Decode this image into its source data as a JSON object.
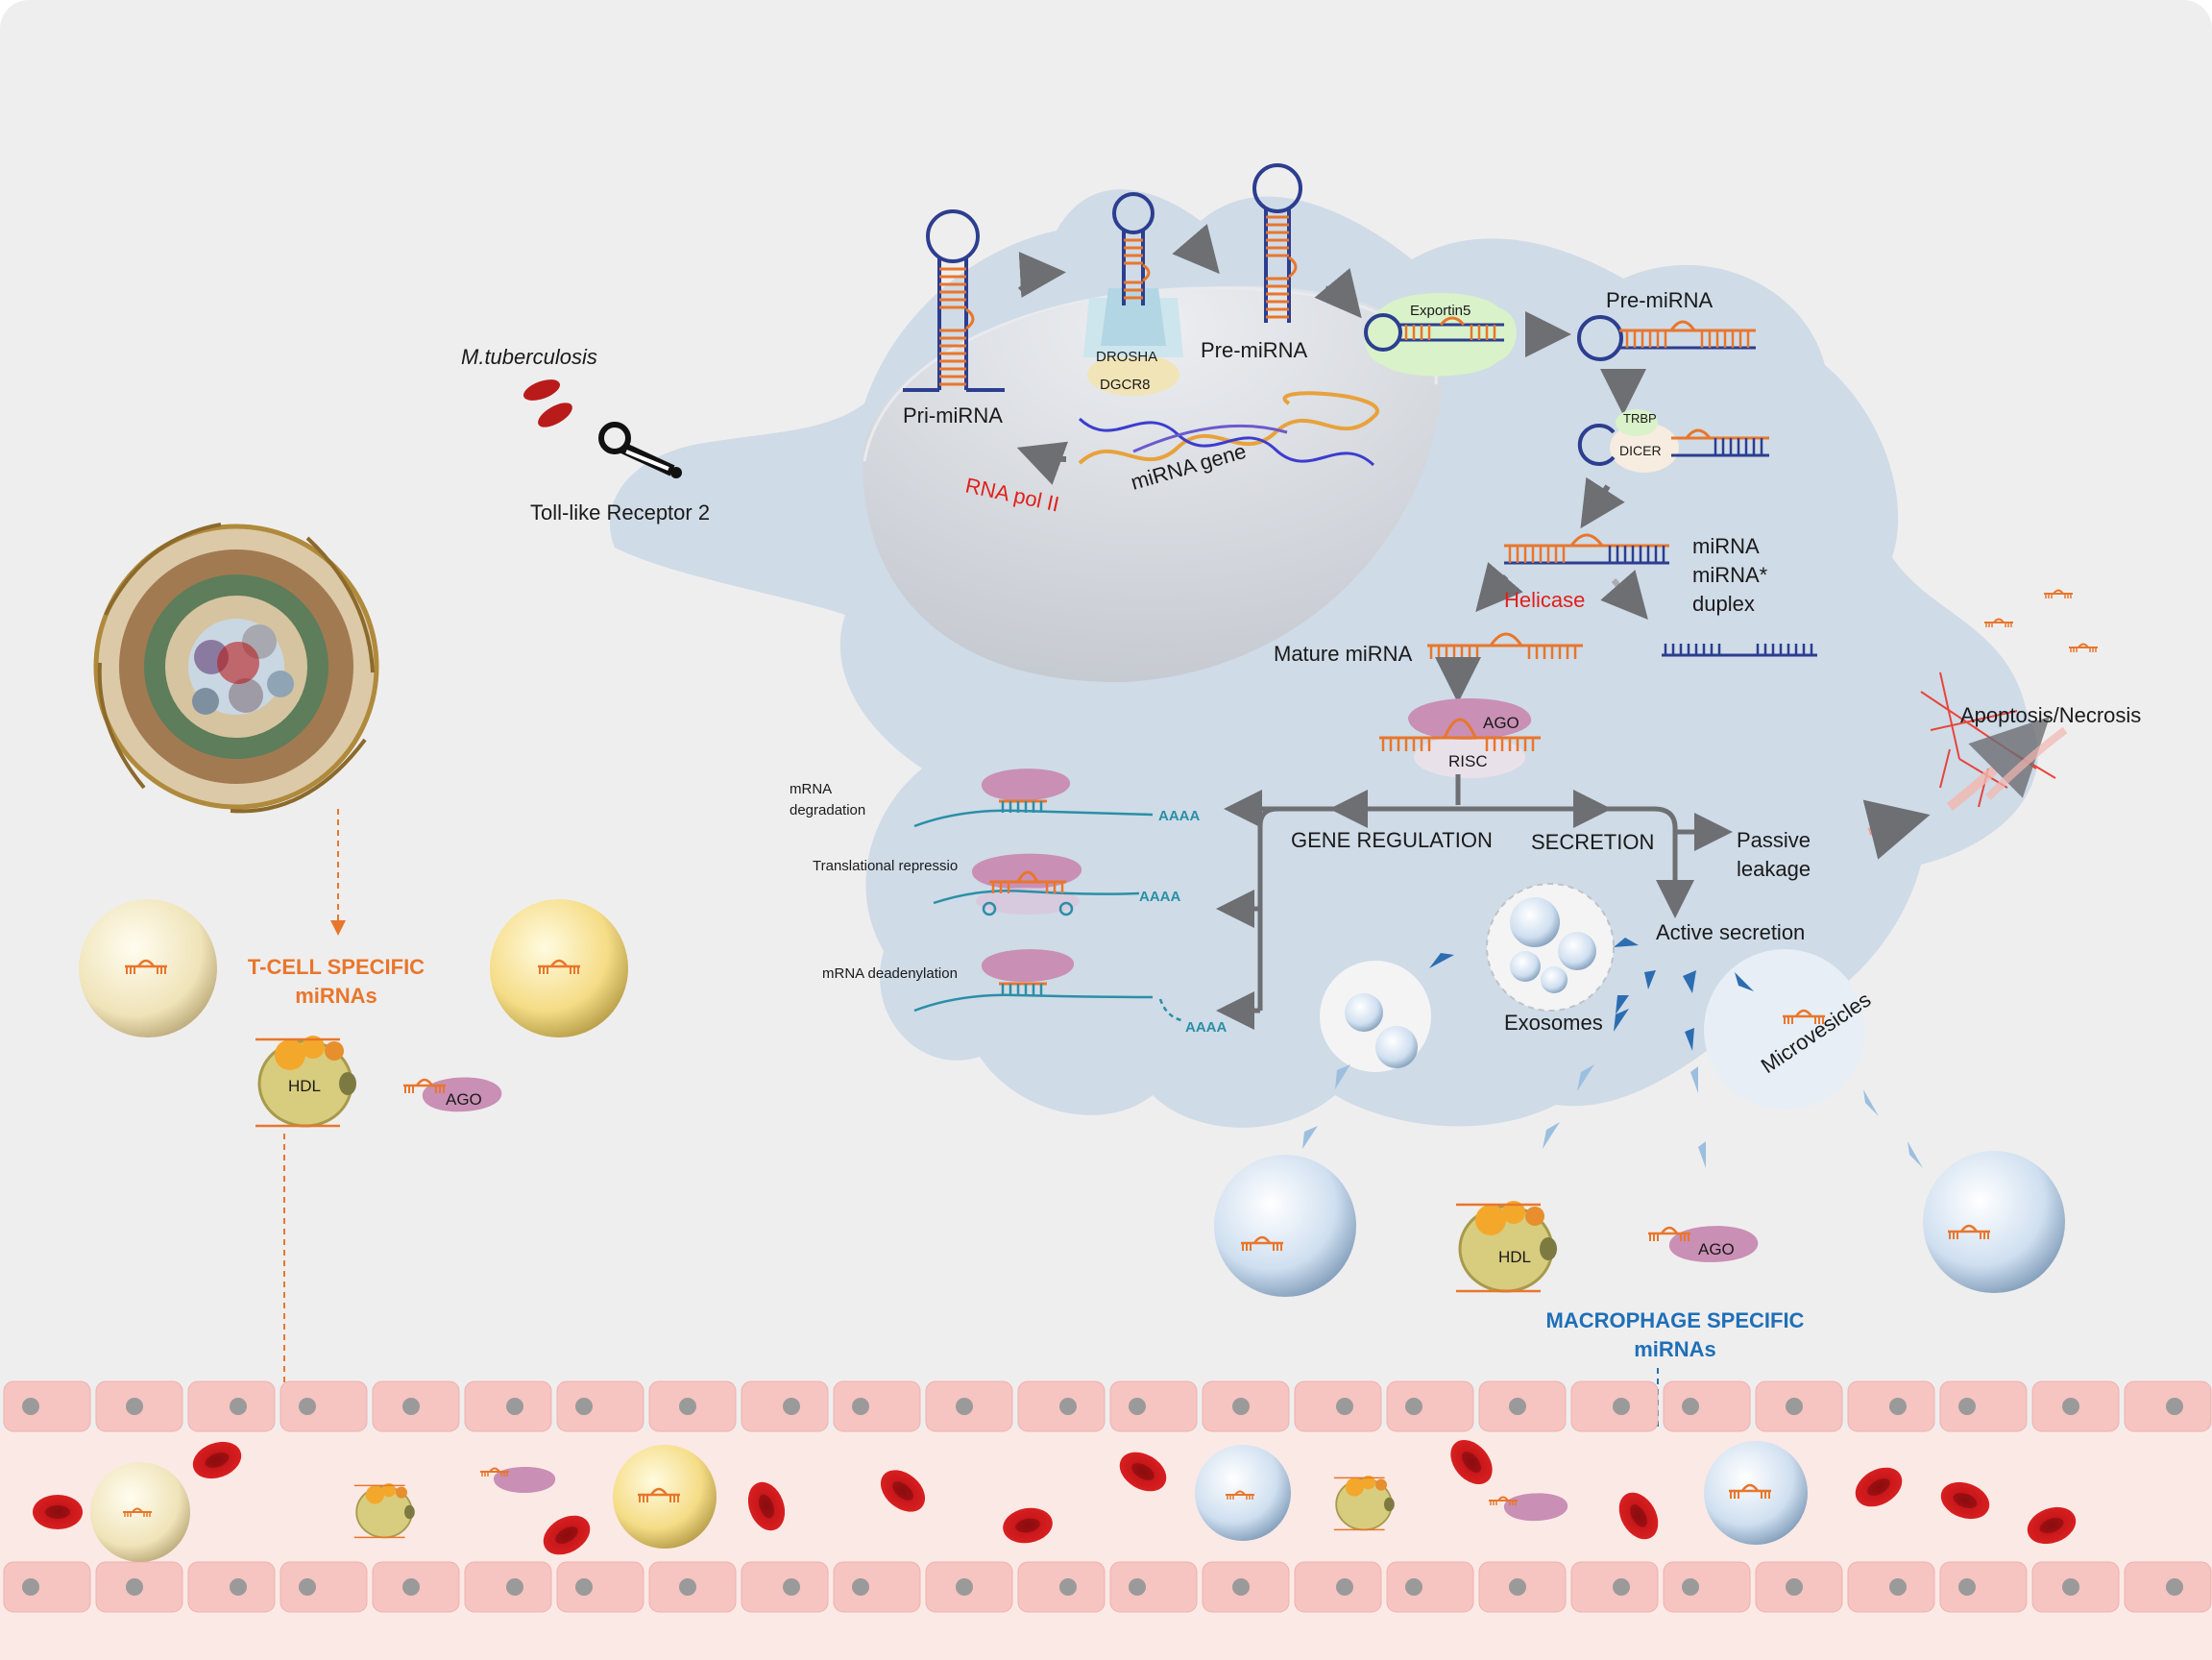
{
  "labels": {
    "m_tuberculosis": "M.tuberculosis",
    "toll_like_receptor": "Toll-like Receptor 2",
    "pri_mirna": "Pri-miRNA",
    "drosha": "DROSHA",
    "dgcr8": "DGCR8",
    "pre_mirna_nucleus": "Pre-miRNA",
    "exportin5": "Exportin5",
    "pre_mirna_cytoplasm": "Pre-miRNA",
    "rna_pol_ii": "RNA pol II",
    "mirna_gene": "miRNA gene",
    "trbp": "TRBP",
    "dicer": "DICER",
    "duplex_line1": "miRNA",
    "duplex_line2": "miRNA*",
    "duplex_line3": "duplex",
    "helicase": "Helicase",
    "mature_mirna": "Mature miRNA",
    "ago_risc": "AGO",
    "risc": "RISC",
    "mrna_degradation_1": "mRNA",
    "mrna_degradation_2": "degradation",
    "translational_repression": "Translational repressio",
    "mrna_deadenylation": "mRNA deadenylation",
    "polya_1": "AAAA",
    "polya_2": "AAAA",
    "polya_3": "AAAA",
    "gene_regulation": "GENE REGULATION",
    "secretion": "SECRETION",
    "passive_1": "Passive",
    "passive_2": "leakage",
    "apoptosis": "Apoptosis/Necrosis",
    "active_secretion": "Active secretion",
    "exosomes": "Exosomes",
    "microvesicles": "Microvesicles",
    "tcell_title_1": "T-CELL SPECIFIC",
    "tcell_title_2": "miRNAs",
    "hdl_left": "HDL",
    "ago_left": "AGO",
    "hdl_bottom": "HDL",
    "ago_bottom": "AGO",
    "macrophage_title_1": "MACROPHAGE SPECIFIC",
    "macrophage_title_2": "miRNAs"
  },
  "colors": {
    "background": "#efeeee",
    "cell": "#cfdbe7",
    "nucleus": "#dcdee3",
    "rna_orange": "#e8762c",
    "rna_blue": "#2c3e8f",
    "ago_purple": "#c98fb5",
    "red_blood_cell": "#c8171a",
    "vessel_pink": "#f6c4c1",
    "tcell_title": "#e8762c",
    "macrophage_title": "#1f6fb8",
    "red_label": "#e0201b"
  }
}
